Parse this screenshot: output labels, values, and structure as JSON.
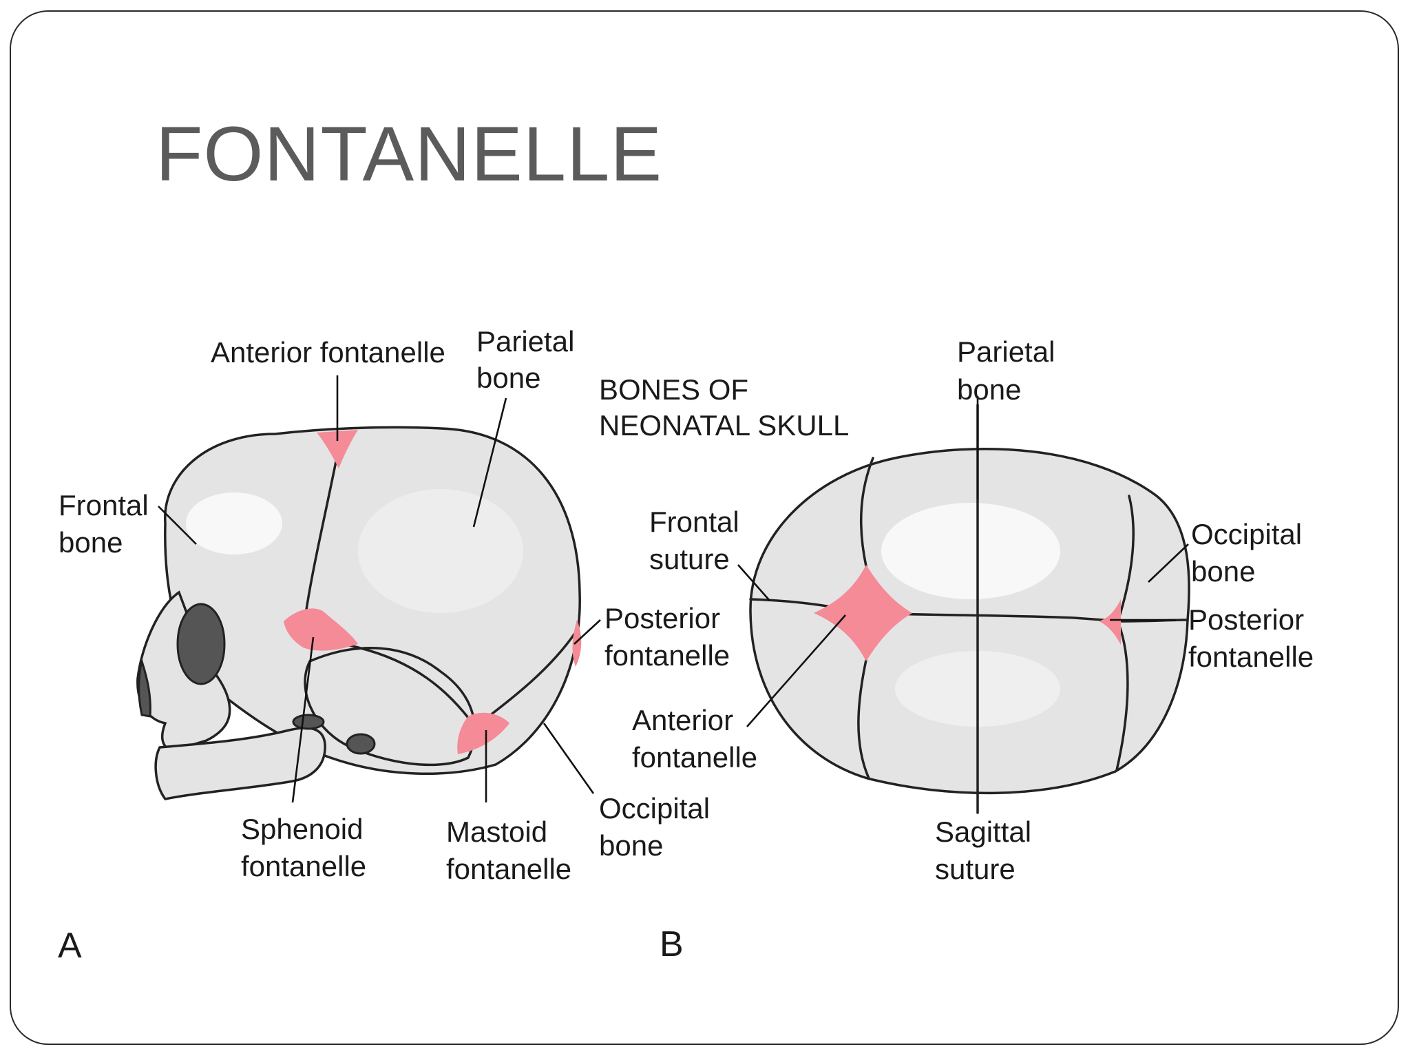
{
  "title": "FONTANELLE",
  "figure": {
    "panel_a_letter": "A",
    "panel_b_letter": "B",
    "caption_line1": "BONES OF",
    "caption_line2": "NEONATAL SKULL",
    "panel_a_labels": {
      "anterior_fontanelle": "Anterior fontanelle",
      "parietal_bone_1": "Parietal",
      "parietal_bone_2": "bone",
      "frontal_bone_1": "Frontal",
      "frontal_bone_2": "bone",
      "posterior_fontanelle_1": "Posterior",
      "posterior_fontanelle_2": "fontanelle",
      "sphenoid_fontanelle_1": "Sphenoid",
      "sphenoid_fontanelle_2": "fontanelle",
      "mastoid_fontanelle_1": "Mastoid",
      "mastoid_fontanelle_2": "fontanelle",
      "occipital_bone_1": "Occipital",
      "occipital_bone_2": "bone"
    },
    "panel_b_labels": {
      "parietal_bone_1": "Parietal",
      "parietal_bone_2": "bone",
      "frontal_suture_1": "Frontal",
      "frontal_suture_2": "suture",
      "occipital_bone_1": "Occipital",
      "occipital_bone_2": "bone",
      "posterior_fontanelle_1": "Posterior",
      "posterior_fontanelle_2": "fontanelle",
      "anterior_fontanelle_1": "Anterior",
      "anterior_fontanelle_2": "fontanelle",
      "sagittal_suture_1": "Sagittal",
      "sagittal_suture_2": "suture"
    },
    "colors": {
      "fontanelle": "#f48b97",
      "bone": "#e4e4e4",
      "outline": "#222222",
      "title": "#5b5b5b"
    }
  }
}
